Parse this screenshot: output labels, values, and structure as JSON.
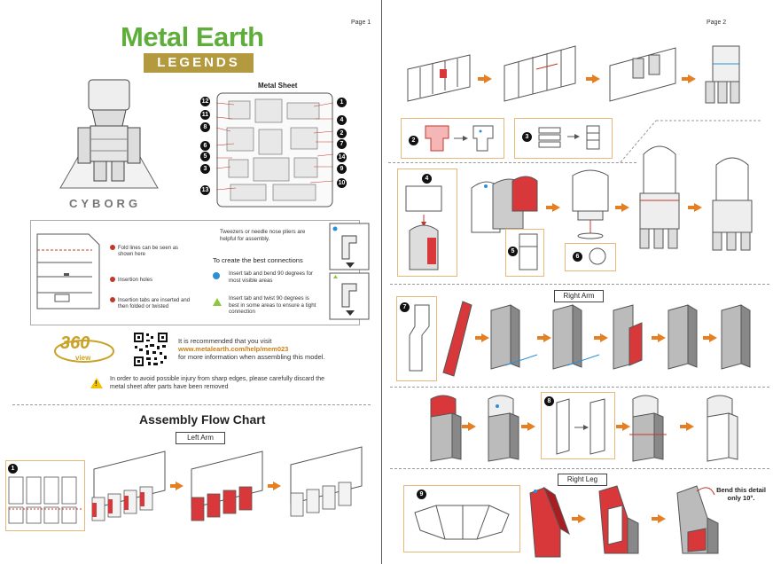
{
  "page1": {
    "page_label": "Page 1",
    "brand": {
      "name": "Metal Earth",
      "sub": "LEGENDS"
    },
    "model_name": "CYBORG",
    "metal_sheet_title": "Metal Sheet",
    "sheet_numbers_left": [
      "12",
      "11",
      "8",
      "6",
      "5",
      "3",
      "13"
    ],
    "sheet_numbers_right": [
      "1",
      "4",
      "2",
      "7",
      "14",
      "9",
      "10"
    ],
    "instructions": {
      "fold_lines": "Fold lines can be seen as shown here",
      "insertion_holes": "Insertion holes",
      "insertion_tabs": "Insertion tabs are inserted and then folded or twisted",
      "tweezers": "Tweezers or needle nose pliers are helpful for assembly.",
      "best_connections_title": "To create the best connections",
      "blue_tip": "Insert tab and bend 90 degrees for most visible areas",
      "green_tip": "Insert tab and twist 90 degrees is best in some areas to ensure a tight connection"
    },
    "badge_360": {
      "number": "360",
      "sub": "view"
    },
    "visit": {
      "line1": "It is recommended that you visit",
      "url": "www.metalearth.com/help/mem023",
      "line3": "for more information when assembling this model."
    },
    "warning": "In order to avoid possible injury from sharp edges, please carefully discard the metal sheet after parts have been removed",
    "flow_title": "Assembly Flow Chart",
    "left_arm_label": "Left Arm",
    "step_1": "1"
  },
  "page2": {
    "page_label": "Page 2",
    "steps": [
      "2",
      "3",
      "4",
      "5",
      "6",
      "7",
      "8",
      "9"
    ],
    "right_arm_label": "Right Arm",
    "right_leg_label": "Right Leg",
    "bend_note": "Bend this detail only 10°."
  },
  "colors": {
    "brand_green": "#5fae3c",
    "brand_gold": "#b49a3f",
    "arrow_orange": "#e67e22",
    "part_red": "#d9383a"
  }
}
